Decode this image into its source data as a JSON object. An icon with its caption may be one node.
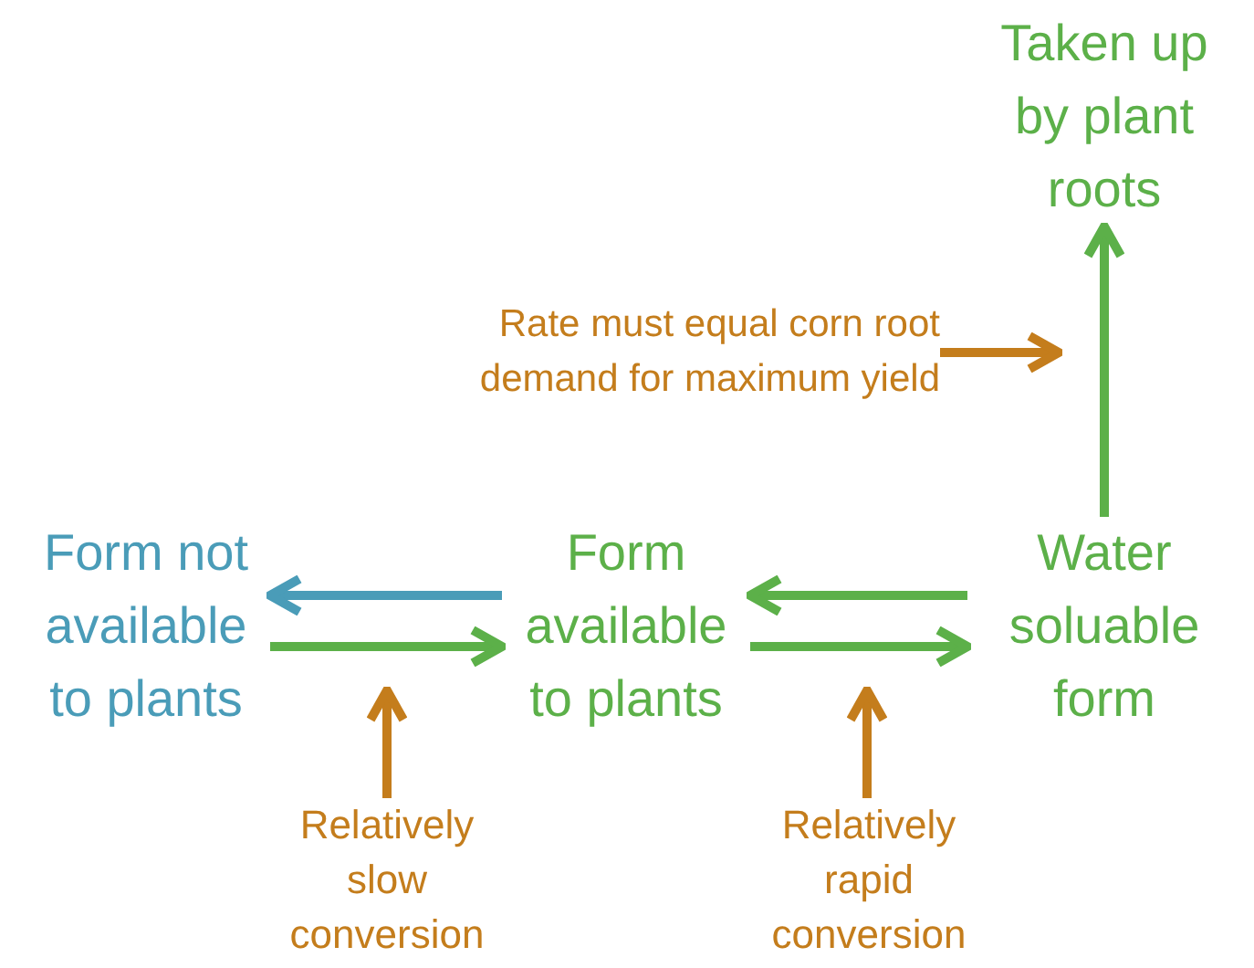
{
  "diagram": {
    "nodes": [
      {
        "text": [
          "Taken up by plant roots"
        ]
      },
      {
        "text": [
          "Rate must equal corn root demand for maximum yield"
        ]
      },
      {
        "text": [
          "Form not available to plants"
        ]
      },
      {
        "text": [
          "Form available to plants"
        ]
      },
      {
        "text": [
          "Water soluable form"
        ]
      },
      {
        "text": [
          "Relatively slow conversion"
        ]
      },
      {
        "text": [
          "Relatively rapid conversion"
        ]
      }
    ],
    "edges": [
      {
        "from": 4,
        "to": 0,
        "arrow": "to"
      },
      {
        "from": 1,
        "to": null,
        "arrow": "to",
        "color": "#c47d1c"
      },
      {
        "from": 3,
        "to": 2,
        "arrow": "to",
        "color": "#4a9cb8"
      },
      {
        "from": 2,
        "to": 3,
        "arrow": "to"
      },
      {
        "from": 4,
        "to": 3,
        "arrow": "to"
      },
      {
        "from": 3,
        "to": 4,
        "arrow": "to"
      },
      {
        "from": 5,
        "to": null,
        "arrow": "to",
        "color": "#c47d1c"
      },
      {
        "from": 6,
        "to": null,
        "arrow": "to",
        "color": "#c47d1c"
      }
    ]
  }
}
